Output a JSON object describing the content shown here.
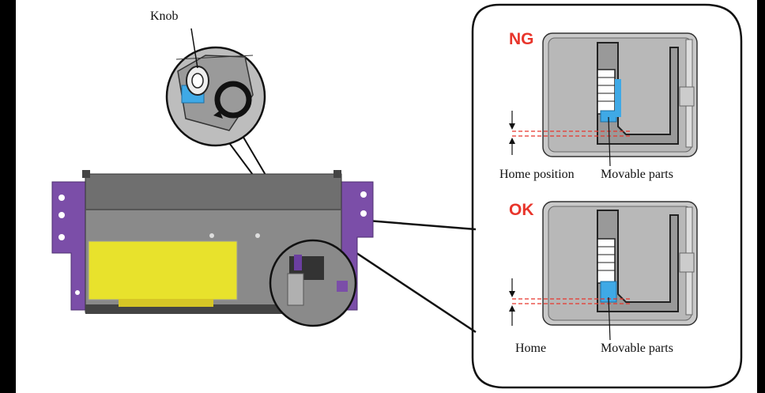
{
  "labels": {
    "knob": "Knob",
    "ng_home": "Home position",
    "ng_movable": "Movable parts",
    "ok_home": "Home",
    "ok_movable": "Movable parts"
  },
  "status": {
    "ng": "NG",
    "ok": "OK"
  },
  "colors": {
    "status_red": "#e8352b",
    "highlight_blue": "#3fa9e6",
    "bracket_purple": "#7b4ea8",
    "label_yellow": "#e8e22c",
    "device_gray": "#8a8a8a"
  }
}
